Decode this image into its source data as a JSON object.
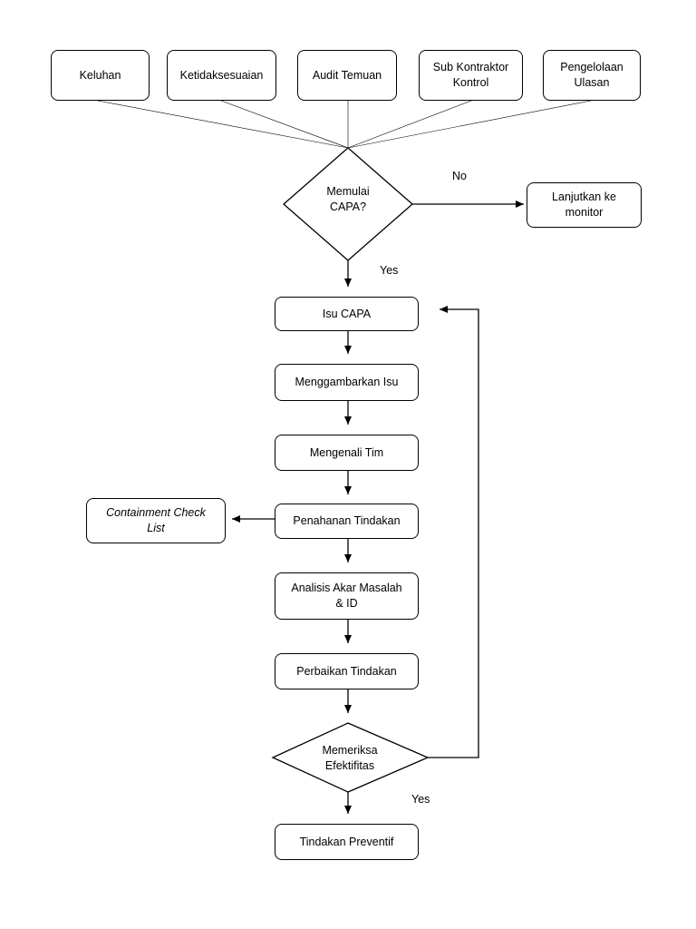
{
  "sources": [
    "Keluhan",
    "Ketidaksesuaian",
    "Audit Temuan",
    "Sub Kontraktor\nKontrol",
    "Pengelolaan\nUlasan"
  ],
  "decision_start": "Memulai\nCAPA?",
  "edge_no": "No",
  "continue_monitor": "Lanjutkan ke\nmonitor",
  "edge_yes_1": "Yes",
  "steps": [
    "Isu CAPA",
    "Menggambarkan Isu",
    "Mengenali Tim",
    "Penahanan Tindakan",
    "Analisis Akar Masalah\n& ID",
    "Perbaikan Tindakan"
  ],
  "containment": "Containment Check\nList",
  "decision_check": "Memeriksa\nEfektifitas",
  "edge_yes_2": "Yes",
  "final_step": "Tindakan Preventif"
}
